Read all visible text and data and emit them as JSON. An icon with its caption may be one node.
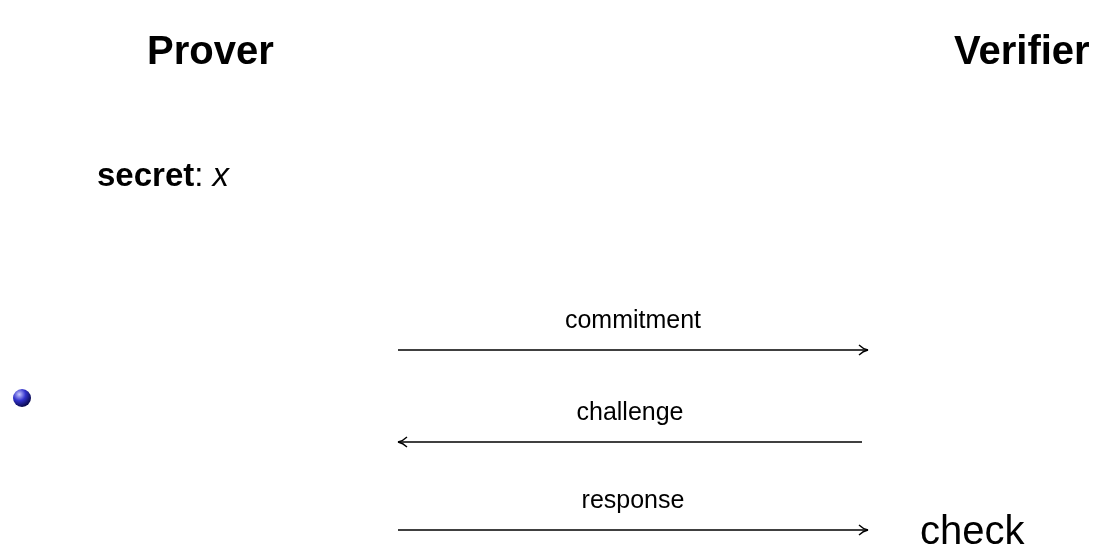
{
  "diagram": {
    "nodes": [
      {
        "text": [],
        "shape": "circle"
      }
    ],
    "labels": [
      "Prover",
      "Verifier",
      "**secret**: *x*",
      "commitment",
      "challenge",
      "response",
      "check"
    ]
  }
}
